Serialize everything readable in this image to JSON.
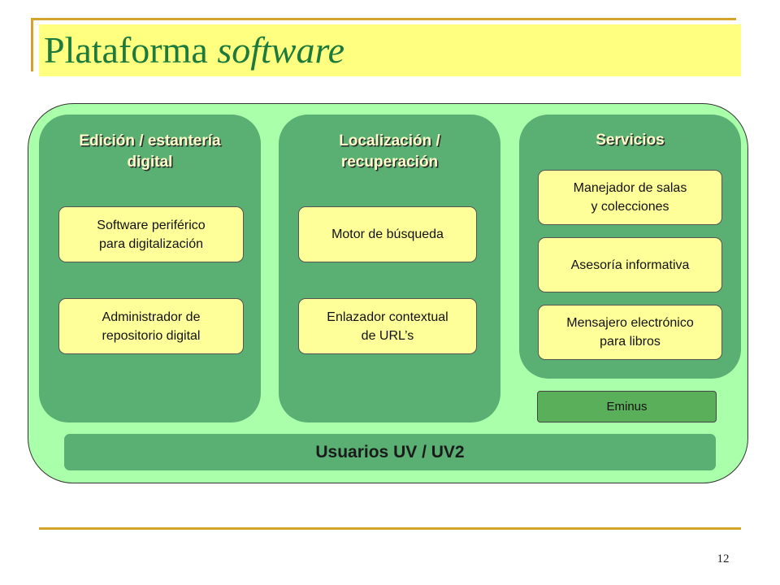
{
  "slide": {
    "title_main": "Plataforma ",
    "title_italic": "software",
    "page_number": "12"
  },
  "panels": [
    {
      "title": "Edición / estantería\ndigital",
      "items": [
        "Software periférico\npara digitalización",
        "Administrador de\nrepositorio digital"
      ]
    },
    {
      "title": "Localización /\nrecuperación",
      "items": [
        "Motor de búsqueda",
        "Enlazador contextual\nde URL’s"
      ]
    },
    {
      "title": "Servicios",
      "items": [
        "Manejador de salas\ny colecciones",
        "Asesoría informativa",
        "Mensajero electrónico\npara libros"
      ]
    }
  ],
  "eminus_label": "Eminus",
  "users_label": "Usuarios UV / UV2",
  "colors": {
    "accent_rule": "#d4a52a",
    "title_band": "#ffff80",
    "title_text": "#1b7a3c",
    "outer_fill": "#aaffaa",
    "panel_fill": "#5aaf73",
    "box_fill": "#ffff99",
    "eminus_fill": "#5aaf5a"
  }
}
